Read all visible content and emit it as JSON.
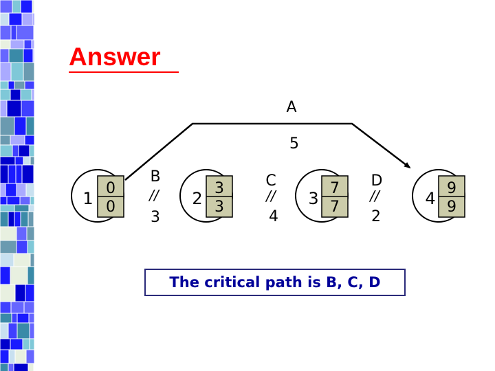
{
  "slide": {
    "title": "Answer",
    "title_color": "#ff0000",
    "accent_color": "#000099",
    "critical_path_text": "The critical path is B, C, D"
  },
  "nodes": [
    {
      "id": "n1",
      "left": "1",
      "top": "0",
      "bottom": "0"
    },
    {
      "id": "n2",
      "left": "2",
      "top": "3",
      "bottom": "3"
    },
    {
      "id": "n3",
      "left": "3",
      "top": "7",
      "bottom": "7"
    },
    {
      "id": "n4",
      "left": "4",
      "top": "9",
      "bottom": "9"
    }
  ],
  "activities": [
    {
      "id": "A",
      "name": "A",
      "duration": "5",
      "critical": false
    },
    {
      "id": "B",
      "name": "B",
      "duration": "3",
      "critical": true
    },
    {
      "id": "C",
      "name": "C",
      "duration": "4",
      "critical": true
    },
    {
      "id": "D",
      "name": "D",
      "duration": "2",
      "critical": true
    }
  ],
  "critical_mark": "//"
}
